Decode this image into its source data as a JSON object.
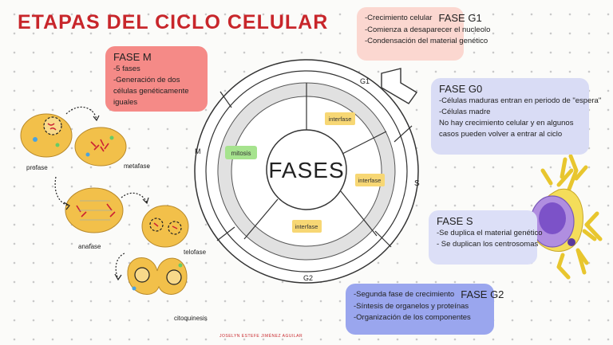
{
  "title": "ETAPAS DEL CICLO CELULAR",
  "center_label": "FASES",
  "ring_labels": {
    "g1": "G1",
    "s": "S",
    "g2": "G2",
    "m": "M"
  },
  "inner_tags": {
    "interfase_top": "interfase",
    "interfase_right": "interfase",
    "interfase_bottom": "interfase",
    "mitosis": "mitosis"
  },
  "fase_m": {
    "heading": "FASE M",
    "items": [
      "-5 fases",
      "-Generación de dos células genéticamente iguales"
    ]
  },
  "fase_g1": {
    "heading": "FASE G1",
    "items": [
      "-Crecimiento celular",
      "-Comienza a desaparecer el nucleolo",
      "-Condensación del material genético"
    ]
  },
  "fase_g0": {
    "heading": "FASE G0",
    "items": [
      "-Células maduras entran en periodo de \"espera\"",
      "-Células madre",
      "No hay crecimiento celular y en algunos casos pueden volver a entrar al ciclo"
    ]
  },
  "fase_s": {
    "heading": "FASE S",
    "items": [
      "-Se duplica el material genético",
      "- Se duplican los centrosomas"
    ]
  },
  "fase_g2": {
    "heading": "FASE G2",
    "items": [
      "-Segunda fase de crecimiento",
      "-Síntesis de organelos y proteínas",
      "-Organización de los componentes"
    ]
  },
  "mitosis_labels": {
    "profase": "profase",
    "metafase": "metafase",
    "anafase": "anafase",
    "telofase": "telofase",
    "citoquinesis": "citoquinesis"
  },
  "footer": "JOSELYN ESTEFE JIMÉNEZ AGUILAR",
  "colors": {
    "title": "#c8262b",
    "fase_m": "#f58a87",
    "fase_g1": "#fbd7d0",
    "fase_g0": "#d9dcf5",
    "fase_s": "#dcdff7",
    "fase_g2": "#9aa6ee",
    "tag_yellow": "#f7d774",
    "tag_green": "#a6e38e",
    "cell": "#f2c04a"
  }
}
